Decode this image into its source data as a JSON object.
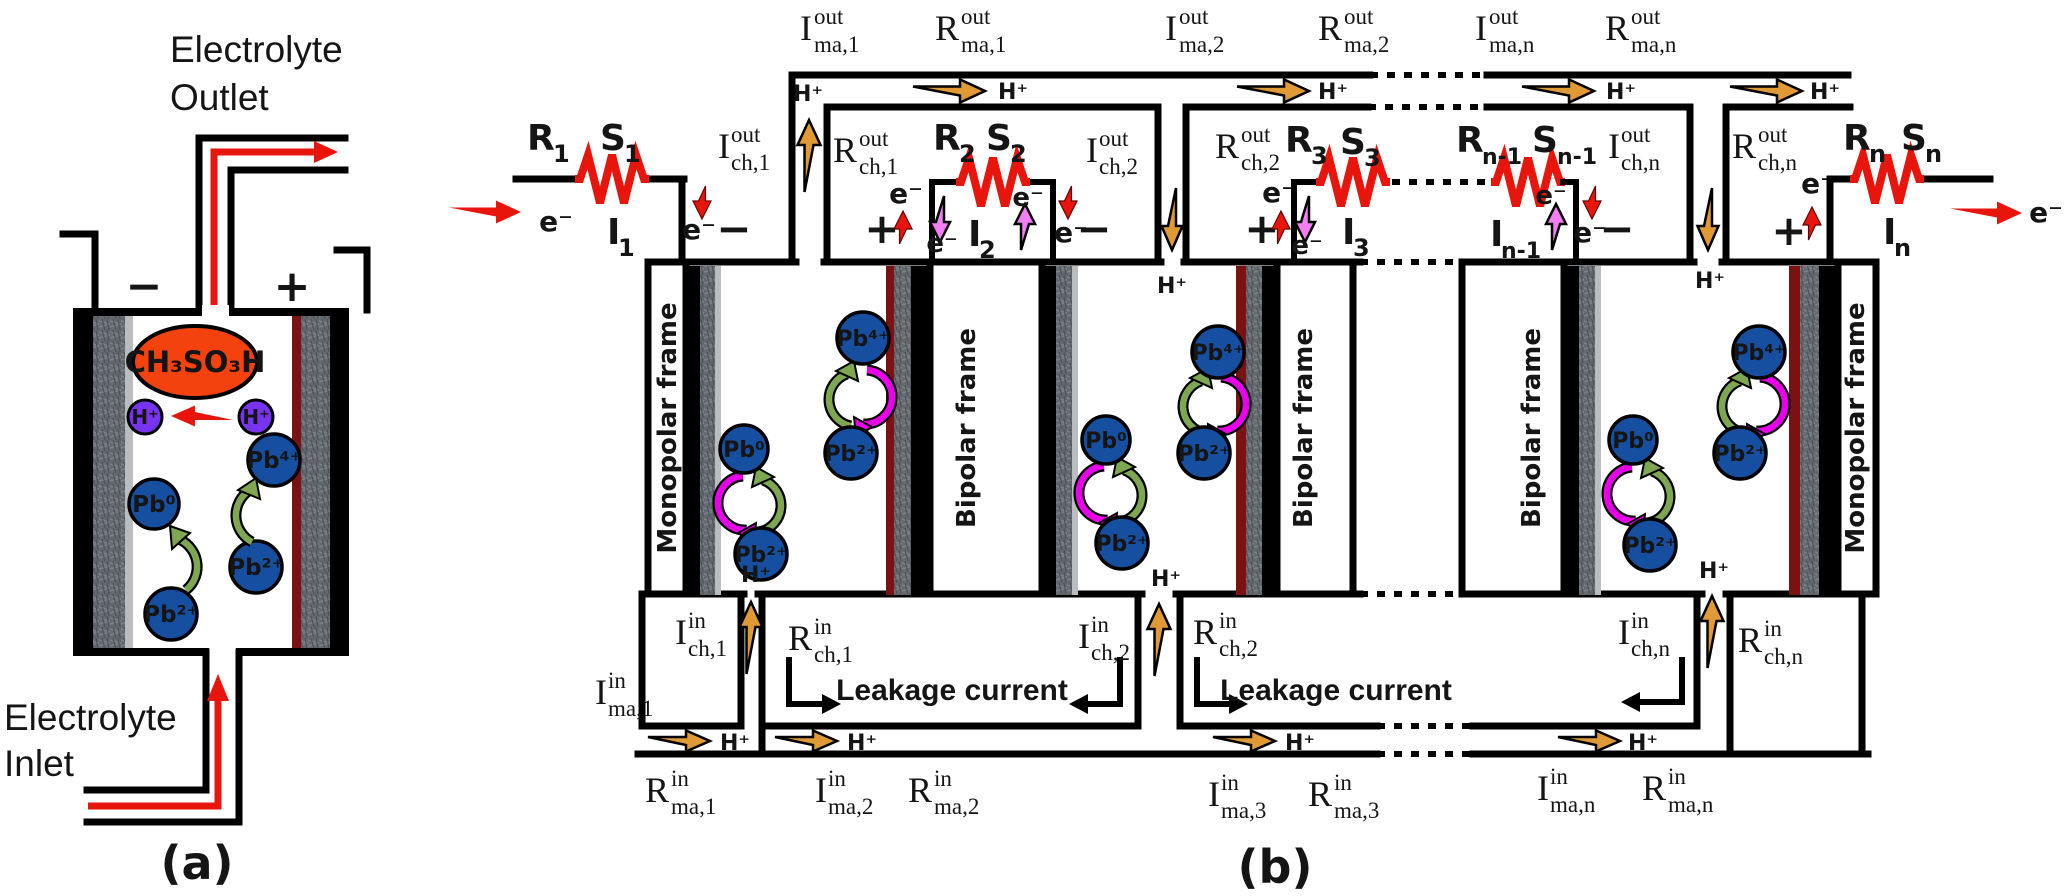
{
  "figure": {
    "caption_a": "(a)",
    "caption_b": "(b)"
  },
  "common": {
    "h_plus": "H⁺",
    "e_minus": "e⁻",
    "plus": "+",
    "minus": "−",
    "ions": {
      "pb0": "Pb⁰",
      "pb2": "Pb²⁺",
      "pb4": "Pb⁴⁺"
    },
    "acid": "CH₃SO₃H"
  },
  "panel_a": {
    "outlet_line1": "Electrolyte",
    "outlet_line2": "Outlet",
    "inlet_line1": "Electrolyte",
    "inlet_line2": "Inlet"
  },
  "panel_b": {
    "frames": {
      "monopolar": "Monopolar frame",
      "bipolar": "Bipolar frame"
    },
    "leakage_label": "Leakage current",
    "top_labels": [
      {
        "b": "I",
        "sup": "out",
        "sub": "ma,1"
      },
      {
        "b": "R",
        "sup": "out",
        "sub": "ma,1"
      },
      {
        "b": "I",
        "sup": "out",
        "sub": "ma,2"
      },
      {
        "b": "R",
        "sup": "out",
        "sub": "ma,2"
      },
      {
        "b": "I",
        "sup": "out",
        "sub": "ma,n"
      },
      {
        "b": "R",
        "sup": "out",
        "sub": "ma,n"
      }
    ],
    "bottom_labels": [
      {
        "b": "I",
        "sup": "in",
        "sub": "ma,1"
      },
      {
        "b": "R",
        "sup": "in",
        "sub": "ma,1"
      },
      {
        "b": "I",
        "sup": "in",
        "sub": "ma,2"
      },
      {
        "b": "R",
        "sup": "in",
        "sub": "ma,2"
      },
      {
        "b": "I",
        "sup": "in",
        "sub": "ma,3"
      },
      {
        "b": "R",
        "sup": "in",
        "sub": "ma,3"
      },
      {
        "b": "I",
        "sup": "in",
        "sub": "ma,n"
      },
      {
        "b": "R",
        "sup": "in",
        "sub": "ma,n"
      }
    ],
    "ch_labels": [
      {
        "b": "I",
        "sup": "out",
        "sub": "ch,1"
      },
      {
        "b": "R",
        "sup": "out",
        "sub": "ch,1"
      },
      {
        "b": "I",
        "sup": "out",
        "sub": "ch,2"
      },
      {
        "b": "R",
        "sup": "out",
        "sub": "ch,2"
      },
      {
        "b": "I",
        "sup": "out",
        "sub": "ch,n"
      },
      {
        "b": "R",
        "sup": "out",
        "sub": "ch,n"
      },
      {
        "b": "I",
        "sup": "in",
        "sub": "ch,1"
      },
      {
        "b": "R",
        "sup": "in",
        "sub": "ch,1"
      },
      {
        "b": "I",
        "sup": "in",
        "sub": "ch,2"
      },
      {
        "b": "R",
        "sup": "in",
        "sub": "ch,2"
      },
      {
        "b": "I",
        "sup": "in",
        "sub": "ch,n"
      },
      {
        "b": "R",
        "sup": "in",
        "sub": "ch,n"
      }
    ],
    "resistors": [
      {
        "r": "R",
        "r_sub": "1",
        "s": "S",
        "s_sub": "1",
        "i": "I",
        "i_sub": "1"
      },
      {
        "r": "R",
        "r_sub": "2",
        "s": "S",
        "s_sub": "2",
        "i": "I",
        "i_sub": "2"
      },
      {
        "r": "R",
        "r_sub": "3",
        "s": "S",
        "s_sub": "3",
        "i": "I",
        "i_sub": "3"
      },
      {
        "r": "R",
        "r_sub": "n-1",
        "s": "S",
        "s_sub": "n-1",
        "i": "I",
        "i_sub": "n-1"
      },
      {
        "r": "R",
        "r_sub": "n",
        "s": "S",
        "s_sub": "n",
        "i": "I",
        "i_sub": "n"
      }
    ]
  },
  "colors": {
    "red": "#E8150D",
    "orange_arrow": "#E09A35",
    "magenta_arrow": "#F47EF4",
    "magenta_cycle": "#E800E8",
    "green_cycle": "#7FA650",
    "ion_blue": "#164FA0",
    "h_ion_purple": "#7733EE",
    "acid_orange": "#F4420E",
    "pbo2_dark_red": "#7A1212",
    "electrode_gray": "#63696E"
  }
}
